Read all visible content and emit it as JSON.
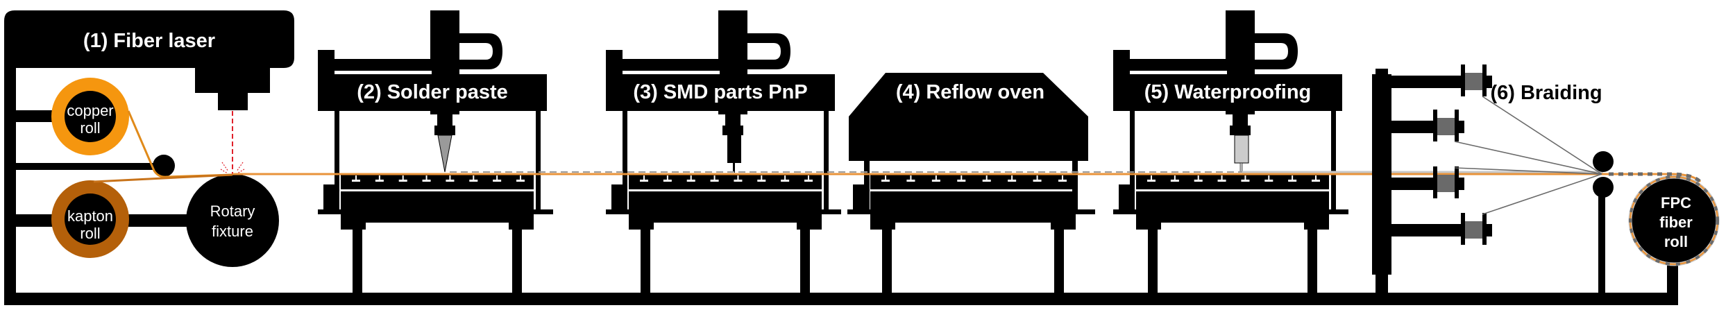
{
  "figure": {
    "description": "FPC fiber roll-to-roll fabrication line",
    "colors": {
      "machine": "#000000",
      "copper": "#f5960f",
      "kapton": "#b4600a",
      "strip": "#e8933a",
      "laser_beam": "#e0202a",
      "solder_nozzle": "#9a9a9a",
      "waterproof_syringe": "#cccccc",
      "coating": "#c8c8c8",
      "braid_yarn": "#6a6a6a",
      "spool": "#6a6a6a"
    }
  },
  "stations": [
    {
      "id": "fiber-laser",
      "label": "(1) Fiber laser"
    },
    {
      "id": "solder-paste",
      "label": "(2) Solder paste"
    },
    {
      "id": "smd-pnp",
      "label": "(3) SMD parts PnP"
    },
    {
      "id": "reflow-oven",
      "label": "(4) Reflow oven"
    },
    {
      "id": "waterproofing",
      "label": "(5) Waterproofing"
    },
    {
      "id": "braiding",
      "label": "(6) Braiding"
    }
  ],
  "rolls": {
    "copper": {
      "line1": "copper",
      "line2": "roll"
    },
    "kapton": {
      "line1": "kapton",
      "line2": "roll"
    },
    "rotary": {
      "line1": "Rotary",
      "line2": "fixture"
    },
    "fpc": {
      "line1": "FPC",
      "line2": "fiber",
      "line3": "roll"
    }
  },
  "braiding": {
    "spool_count": 4
  }
}
